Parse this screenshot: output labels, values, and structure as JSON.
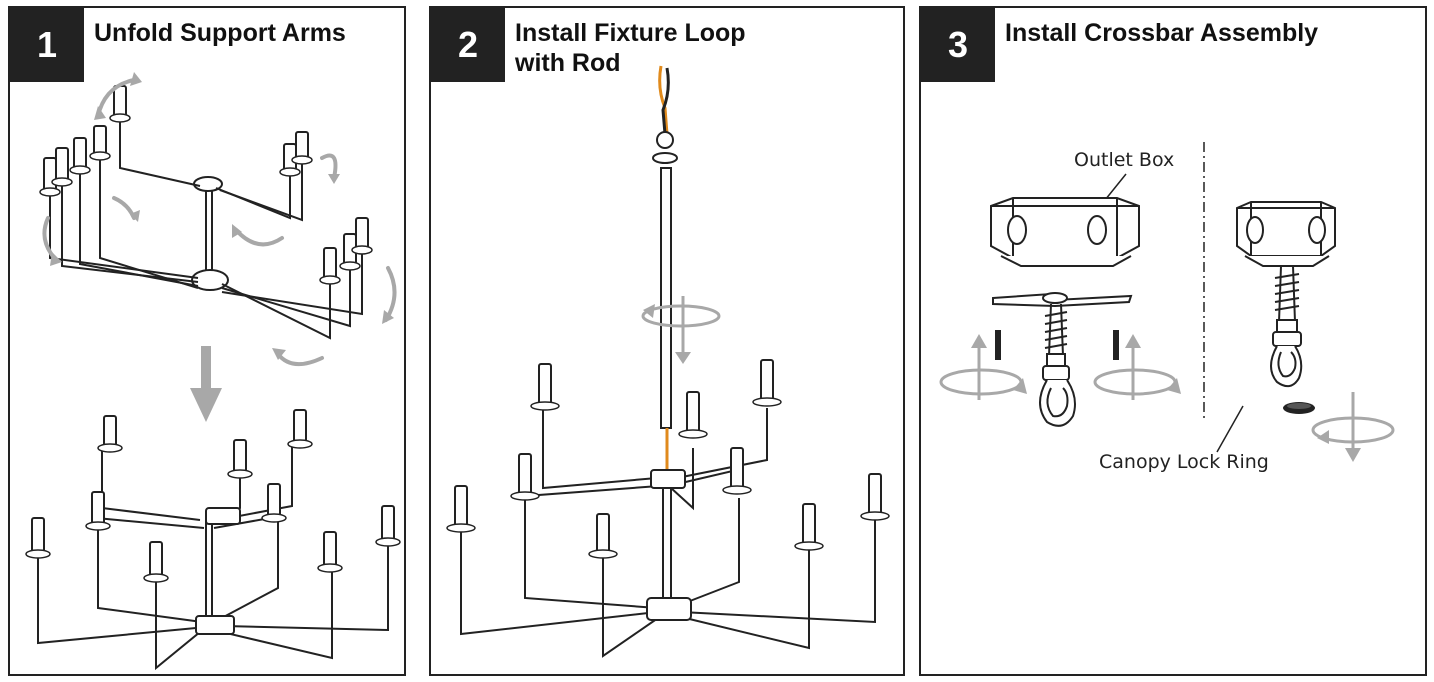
{
  "steps": [
    {
      "number": "1",
      "title": "Unfold Support Arms"
    },
    {
      "number": "2",
      "title_line1": "Install Fixture Loop",
      "title_line2": "with Rod"
    },
    {
      "number": "3",
      "title": "Install Crossbar Assembly"
    }
  ],
  "callouts": {
    "outlet_box": "Outlet Box",
    "canopy_lock_ring": "Canopy Lock Ring"
  },
  "colors": {
    "frame": "#222222",
    "arrow": "#a8a8a8",
    "wire_orange": "#e08a1c",
    "wire_black": "#222222"
  }
}
